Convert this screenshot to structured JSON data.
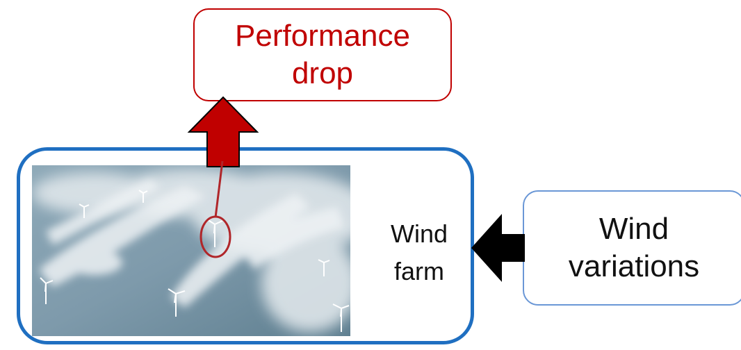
{
  "output_box": {
    "line1": "Performance",
    "line2": "drop"
  },
  "system_box": {
    "line1": "Wind",
    "line2": "farm"
  },
  "input_box": {
    "line1": "Wind",
    "line2": "variations"
  },
  "colors": {
    "output_red": "#c00000",
    "system_blue": "#1f6fc1",
    "input_blue": "#6a97d6",
    "arrow_black": "#000000"
  },
  "icons": {
    "up_arrow": "up-arrow-icon",
    "left_arrow": "left-arrow-icon",
    "turbine": "wind-turbine-icon"
  }
}
